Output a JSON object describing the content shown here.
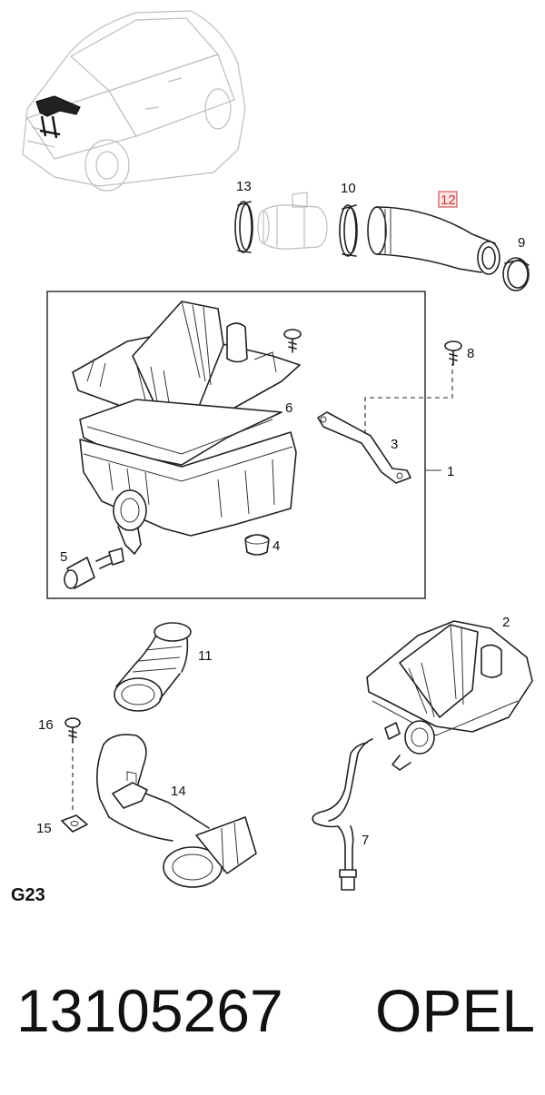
{
  "diagram": {
    "group_code": "G23",
    "callouts": {
      "c1": "1",
      "c2": "2",
      "c3": "3",
      "c4": "4",
      "c5": "5",
      "c6": "6",
      "c7": "7",
      "c8": "8",
      "c9": "9",
      "c10": "10",
      "c11": "11",
      "c12": "12",
      "c13": "13",
      "c14": "14",
      "c15": "15",
      "c16": "16"
    },
    "highlight_color": "#c0393b"
  },
  "footer": {
    "part_number": "13105267",
    "brand": "OPEL"
  }
}
